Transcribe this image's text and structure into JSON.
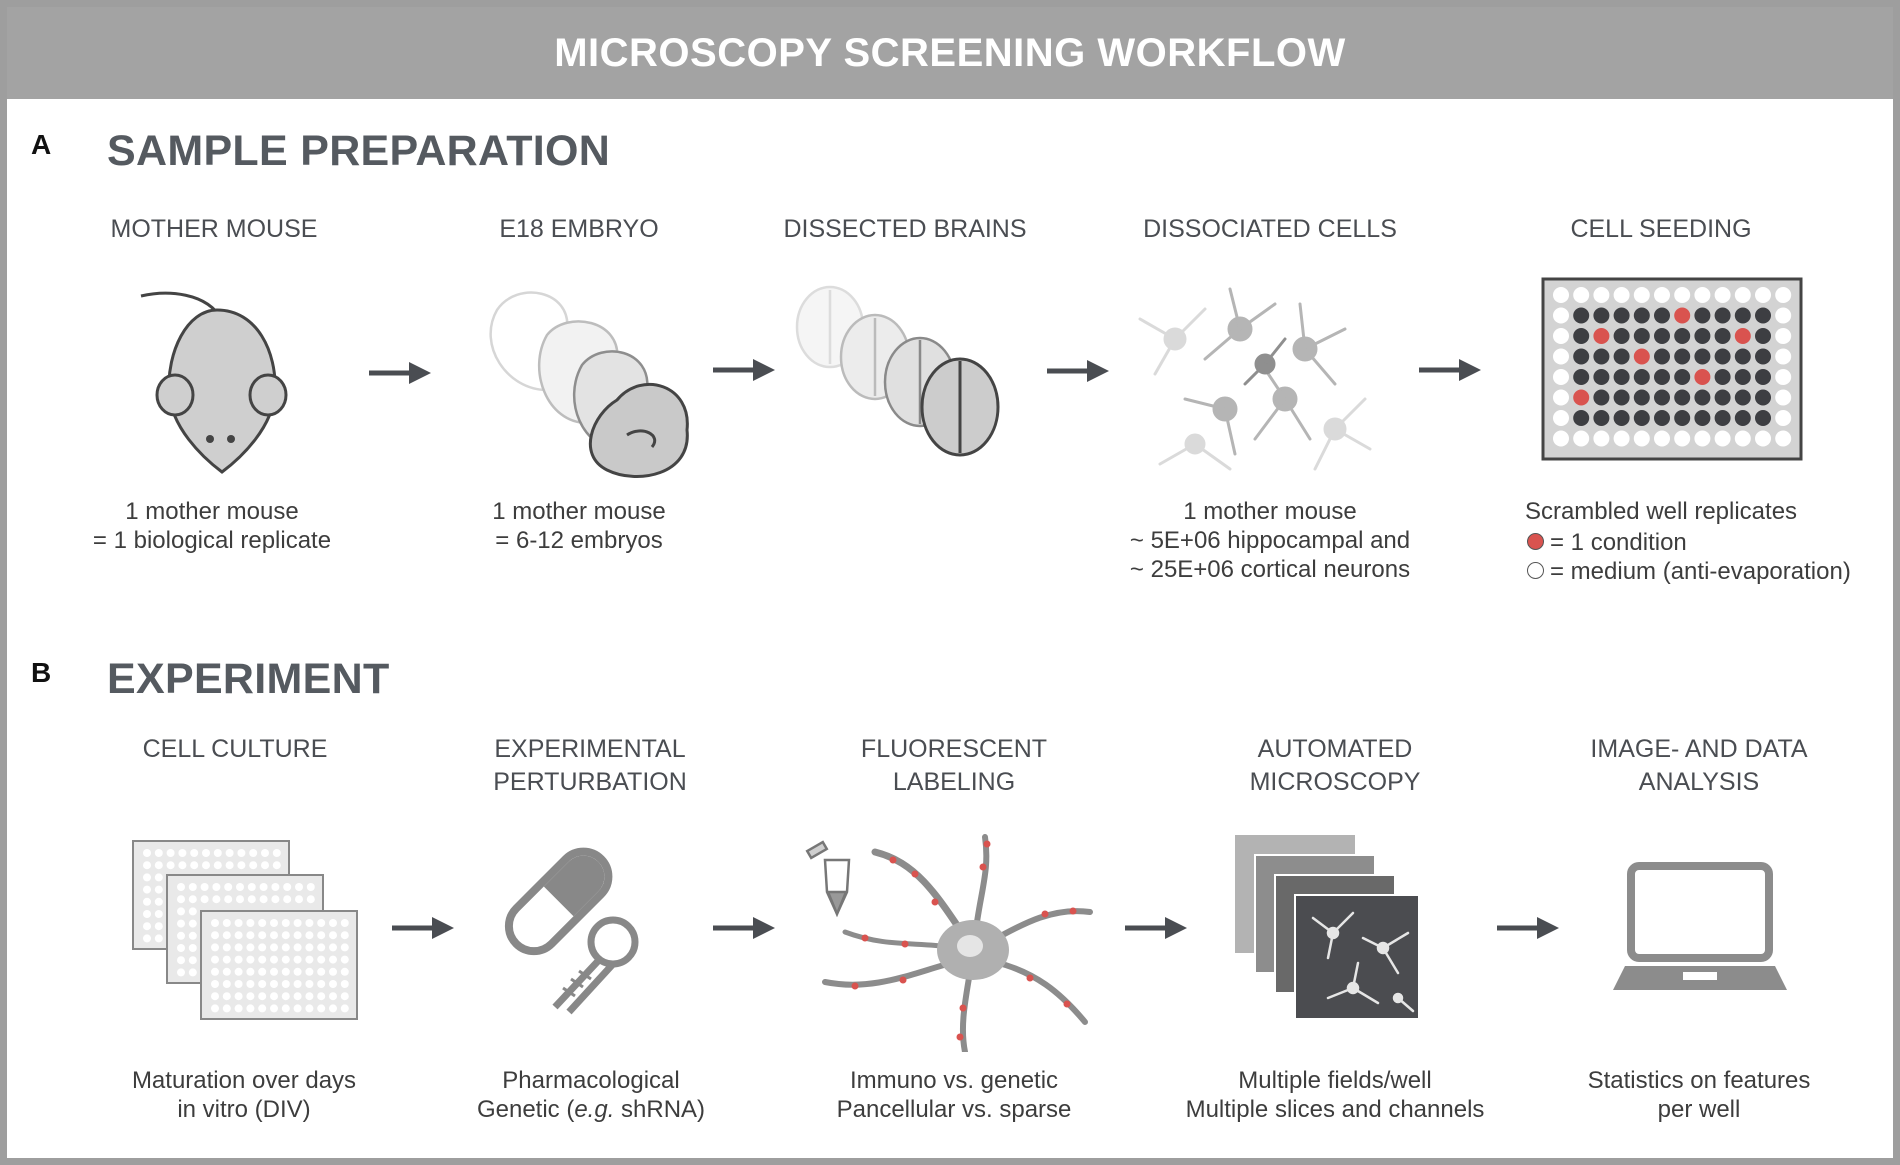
{
  "banner": {
    "title": "MICROSCOPY SCREENING WORKFLOW"
  },
  "section_a": {
    "letter": "A",
    "title": "SAMPLE PREPARATION",
    "steps": [
      {
        "title": "MOTHER MOUSE",
        "caption_lines": [
          "1 mother mouse",
          "= 1 biological replicate"
        ]
      },
      {
        "title": "E18 EMBRYO",
        "caption_lines": [
          "1 mother mouse",
          "= 6-12 embryos"
        ]
      },
      {
        "title": "DISSECTED BRAINS",
        "caption_lines": []
      },
      {
        "title": "DISSOCIATED CELLS",
        "caption_lines": [
          "1 mother mouse",
          "~ 5E+06 hippocampal and",
          "~ 25E+06 cortical neurons"
        ]
      },
      {
        "title": "CELL SEEDING",
        "caption_lines": [
          "Scrambled well replicates"
        ]
      }
    ],
    "legend": {
      "condition_label": "= 1 condition",
      "medium_label": "= medium (anti-evaporation)"
    }
  },
  "section_b": {
    "letter": "B",
    "title": "EXPERIMENT",
    "steps": [
      {
        "title_lines": [
          "CELL CULTURE"
        ],
        "caption_lines": [
          "Maturation over days",
          "in vitro (DIV)"
        ]
      },
      {
        "title_lines": [
          "EXPERIMENTAL",
          "PERTURBATION"
        ],
        "caption_lines": [
          "Pharmacological",
          "Genetic (e.g. shRNA)"
        ]
      },
      {
        "title_lines": [
          "FLUORESCENT",
          "LABELING"
        ],
        "caption_lines": [
          "Immuno vs. genetic",
          "Pancellular vs. sparse"
        ]
      },
      {
        "title_lines": [
          "AUTOMATED",
          "MICROSCOPY"
        ],
        "caption_lines": [
          "Multiple fields/well",
          "Multiple slices and channels"
        ]
      },
      {
        "title_lines": [
          "IMAGE- AND DATA",
          "ANALYSIS"
        ],
        "caption_lines": [
          "Statistics on features",
          "per well"
        ]
      }
    ]
  },
  "colors": {
    "accent_red": "#d9534f",
    "dark_well": "#3d3e42",
    "illustration_gray": "#b5b5b5",
    "arrow_gray": "#4a4d52"
  },
  "icons": [
    "mouse-icon",
    "embryo-icon",
    "brains-icon",
    "neurons-icon",
    "well-plate-icon",
    "plates-stack-icon",
    "capsule-icon",
    "shrna-icon",
    "tube-icon",
    "neuron-icon",
    "image-stack-icon",
    "laptop-icon",
    "arrow-icon"
  ]
}
